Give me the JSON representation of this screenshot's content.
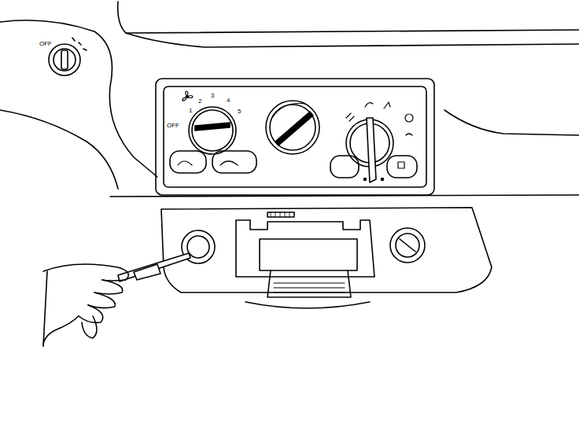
{
  "diagram": {
    "labels": [
      "OFF",
      "OFF",
      "1",
      "2",
      "3",
      "4",
      "5"
    ]
  }
}
